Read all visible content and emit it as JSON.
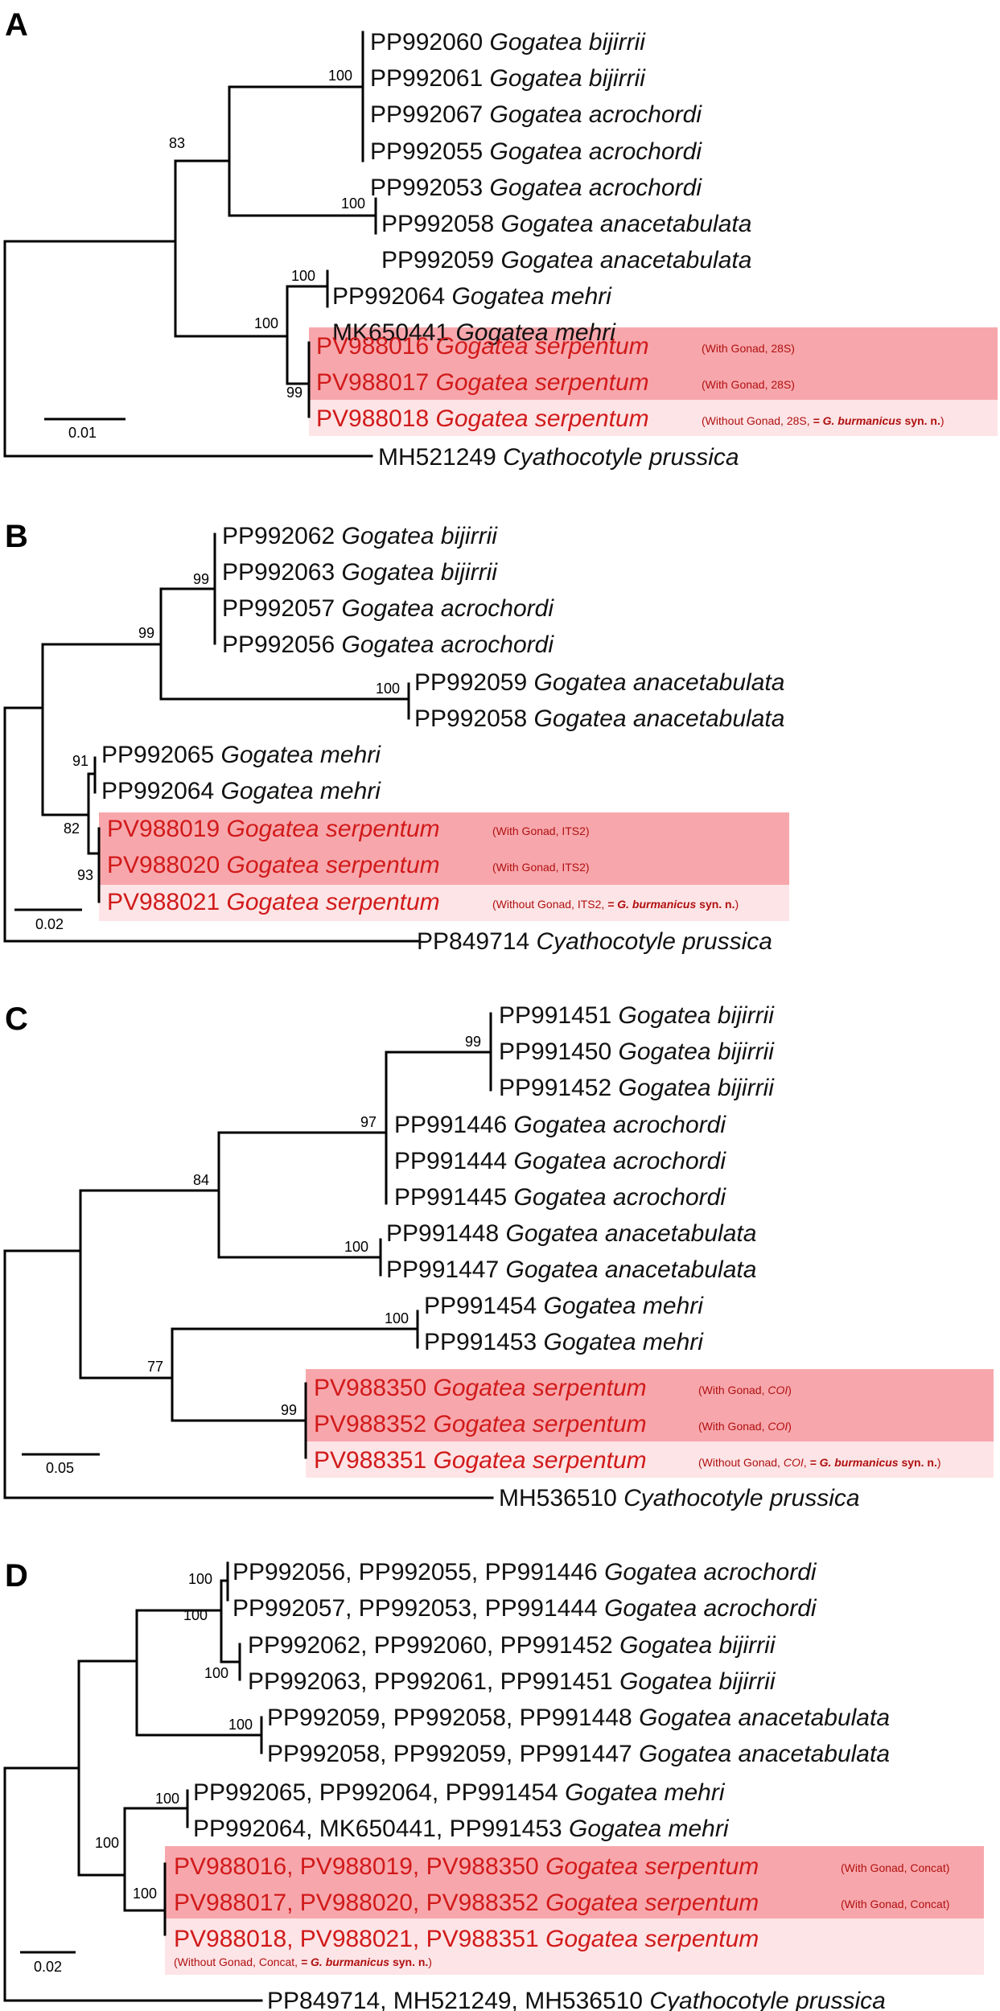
{
  "panels": [
    {
      "label": "A",
      "scale_label": "0.01",
      "support": {
        "n1": "83",
        "n2": "100",
        "n3": "100",
        "n4": "100",
        "n5": "100",
        "n6": "99"
      },
      "tips": [
        {
          "acc": "PP992060",
          "sp": "Gogatea bijirrii"
        },
        {
          "acc": "PP992061",
          "sp": "Gogatea bijirrii"
        },
        {
          "acc": "PP992067",
          "sp": "Gogatea acrochordi"
        },
        {
          "acc": "PP992055",
          "sp": "Gogatea acrochordi"
        },
        {
          "acc": "PP992053",
          "sp": "Gogatea acrochordi"
        },
        {
          "acc": "PP992058",
          "sp": "Gogatea anacetabulata"
        },
        {
          "acc": "PP992059",
          "sp": "Gogatea anacetabulata"
        },
        {
          "acc": "PP992064",
          "sp": "Gogatea mehri"
        },
        {
          "acc": "MK650441",
          "sp": "Gogatea mehri"
        },
        {
          "acc": "PV988016",
          "sp": "Gogatea serpentum",
          "note": "(With Gonad, 28S)"
        },
        {
          "acc": "PV988017",
          "sp": "Gogatea serpentum",
          "note": "(With Gonad, 28S)"
        },
        {
          "acc": "PV988018",
          "sp": "Gogatea serpentum",
          "note": "(Without Gonad, 28S, ",
          "note_it": "= G. burmanicus",
          "note_bd": " syn. n.",
          "note_end": ")"
        },
        {
          "acc": "MH521249",
          "sp": "Cyathocotyle prussica"
        }
      ]
    },
    {
      "label": "B",
      "scale_label": "0.02",
      "support": {
        "n1": "99",
        "n2": "99",
        "n3": "100",
        "n4": "82",
        "n5": "91",
        "n6": "93"
      },
      "tips": [
        {
          "acc": "PP992062",
          "sp": "Gogatea bijirrii"
        },
        {
          "acc": "PP992063",
          "sp": "Gogatea bijirrii"
        },
        {
          "acc": "PP992057",
          "sp": "Gogatea acrochordi"
        },
        {
          "acc": "PP992056",
          "sp": "Gogatea acrochordi"
        },
        {
          "acc": "PP992059",
          "sp": "Gogatea anacetabulata"
        },
        {
          "acc": "PP992058",
          "sp": "Gogatea anacetabulata"
        },
        {
          "acc": "PP992065",
          "sp": "Gogatea mehri"
        },
        {
          "acc": "PP992064",
          "sp": "Gogatea mehri"
        },
        {
          "acc": "PV988019",
          "sp": "Gogatea serpentum",
          "note": "(With Gonad, ITS2)"
        },
        {
          "acc": "PV988020",
          "sp": "Gogatea serpentum",
          "note": "(With Gonad, ITS2)"
        },
        {
          "acc": "PV988021",
          "sp": "Gogatea serpentum",
          "note": "(Without Gonad, ITS2, ",
          "note_it": "= G. burmanicus",
          "note_bd": " syn. n.",
          "note_end": ")"
        },
        {
          "acc": "PP849714",
          "sp": "Cyathocotyle prussica"
        }
      ]
    },
    {
      "label": "C",
      "scale_label": "0.05",
      "support": {
        "n1": "84",
        "n2": "97",
        "n3": "99",
        "n4": "100",
        "n5": "77",
        "n6": "100",
        "n7": "99"
      },
      "tips": [
        {
          "acc": "PP991451",
          "sp": "Gogatea bijirrii"
        },
        {
          "acc": "PP991450",
          "sp": "Gogatea bijirrii"
        },
        {
          "acc": "PP991452",
          "sp": "Gogatea bijirrii"
        },
        {
          "acc": "PP991446",
          "sp": "Gogatea acrochordi"
        },
        {
          "acc": "PP991444",
          "sp": "Gogatea acrochordi"
        },
        {
          "acc": "PP991445",
          "sp": "Gogatea acrochordi"
        },
        {
          "acc": "PP991448",
          "sp": "Gogatea anacetabulata"
        },
        {
          "acc": "PP991447",
          "sp": "Gogatea anacetabulata"
        },
        {
          "acc": "PP991454",
          "sp": "Gogatea mehri"
        },
        {
          "acc": "PP991453",
          "sp": "Gogatea mehri"
        },
        {
          "acc": "PV988350",
          "sp": "Gogatea serpentum",
          "note": "(With Gonad, ",
          "note_i": "COI",
          "note_end": ")"
        },
        {
          "acc": "PV988352",
          "sp": "Gogatea serpentum",
          "note": "(With Gonad, ",
          "note_i": "COI",
          "note_end": ")"
        },
        {
          "acc": "PV988351",
          "sp": "Gogatea serpentum",
          "note": "(Without Gonad, ",
          "note_i": "COI",
          "note_mid": ", ",
          "note_it": "= G. burmanicus",
          "note_bd": " syn. n.",
          "note_end": ")"
        },
        {
          "acc": "MH536510",
          "sp": "Cyathocotyle prussica"
        }
      ]
    },
    {
      "label": "D",
      "scale_label": "0.02",
      "support": {
        "n1": "100",
        "n2": "100",
        "n3": "100",
        "n4": "100",
        "n5": "100",
        "n6": "100",
        "n7": "100"
      },
      "tips": [
        {
          "acc": "PP992056, PP992055, PP991446",
          "sp": "Gogatea acrochordi"
        },
        {
          "acc": "PP992057, PP992053, PP991444",
          "sp": "Gogatea acrochordi"
        },
        {
          "acc": "PP992062, PP992060, PP991452",
          "sp": "Gogatea bijirrii"
        },
        {
          "acc": "PP992063, PP992061, PP991451",
          "sp": "Gogatea bijirrii"
        },
        {
          "acc": "PP992059, PP992058, PP991448",
          "sp": "Gogatea anacetabulata"
        },
        {
          "acc": "PP992058, PP992059, PP991447",
          "sp": "Gogatea anacetabulata"
        },
        {
          "acc": "PP992065, PP992064, PP991454",
          "sp": "Gogatea mehri"
        },
        {
          "acc": "PP992064, MK650441, PP991453",
          "sp": "Gogatea mehri"
        },
        {
          "acc": "PV988016, PV988019, PV988350",
          "sp": "Gogatea serpentum",
          "note": "(With Gonad, Concat)"
        },
        {
          "acc": "PV988017, PV988020, PV988352",
          "sp": "Gogatea serpentum",
          "note": "(With Gonad, Concat)"
        },
        {
          "acc": "PV988018, PV988021, PV988351",
          "sp": "Gogatea serpentum",
          "note": "(Without Gonad, Concat, ",
          "note_it": "= G. burmanicus",
          "note_bd": " syn. n.",
          "note_end": ")"
        },
        {
          "acc": "PP849714, MH521249, MH536510",
          "sp": "Cyathocotyle prussica"
        }
      ]
    }
  ]
}
